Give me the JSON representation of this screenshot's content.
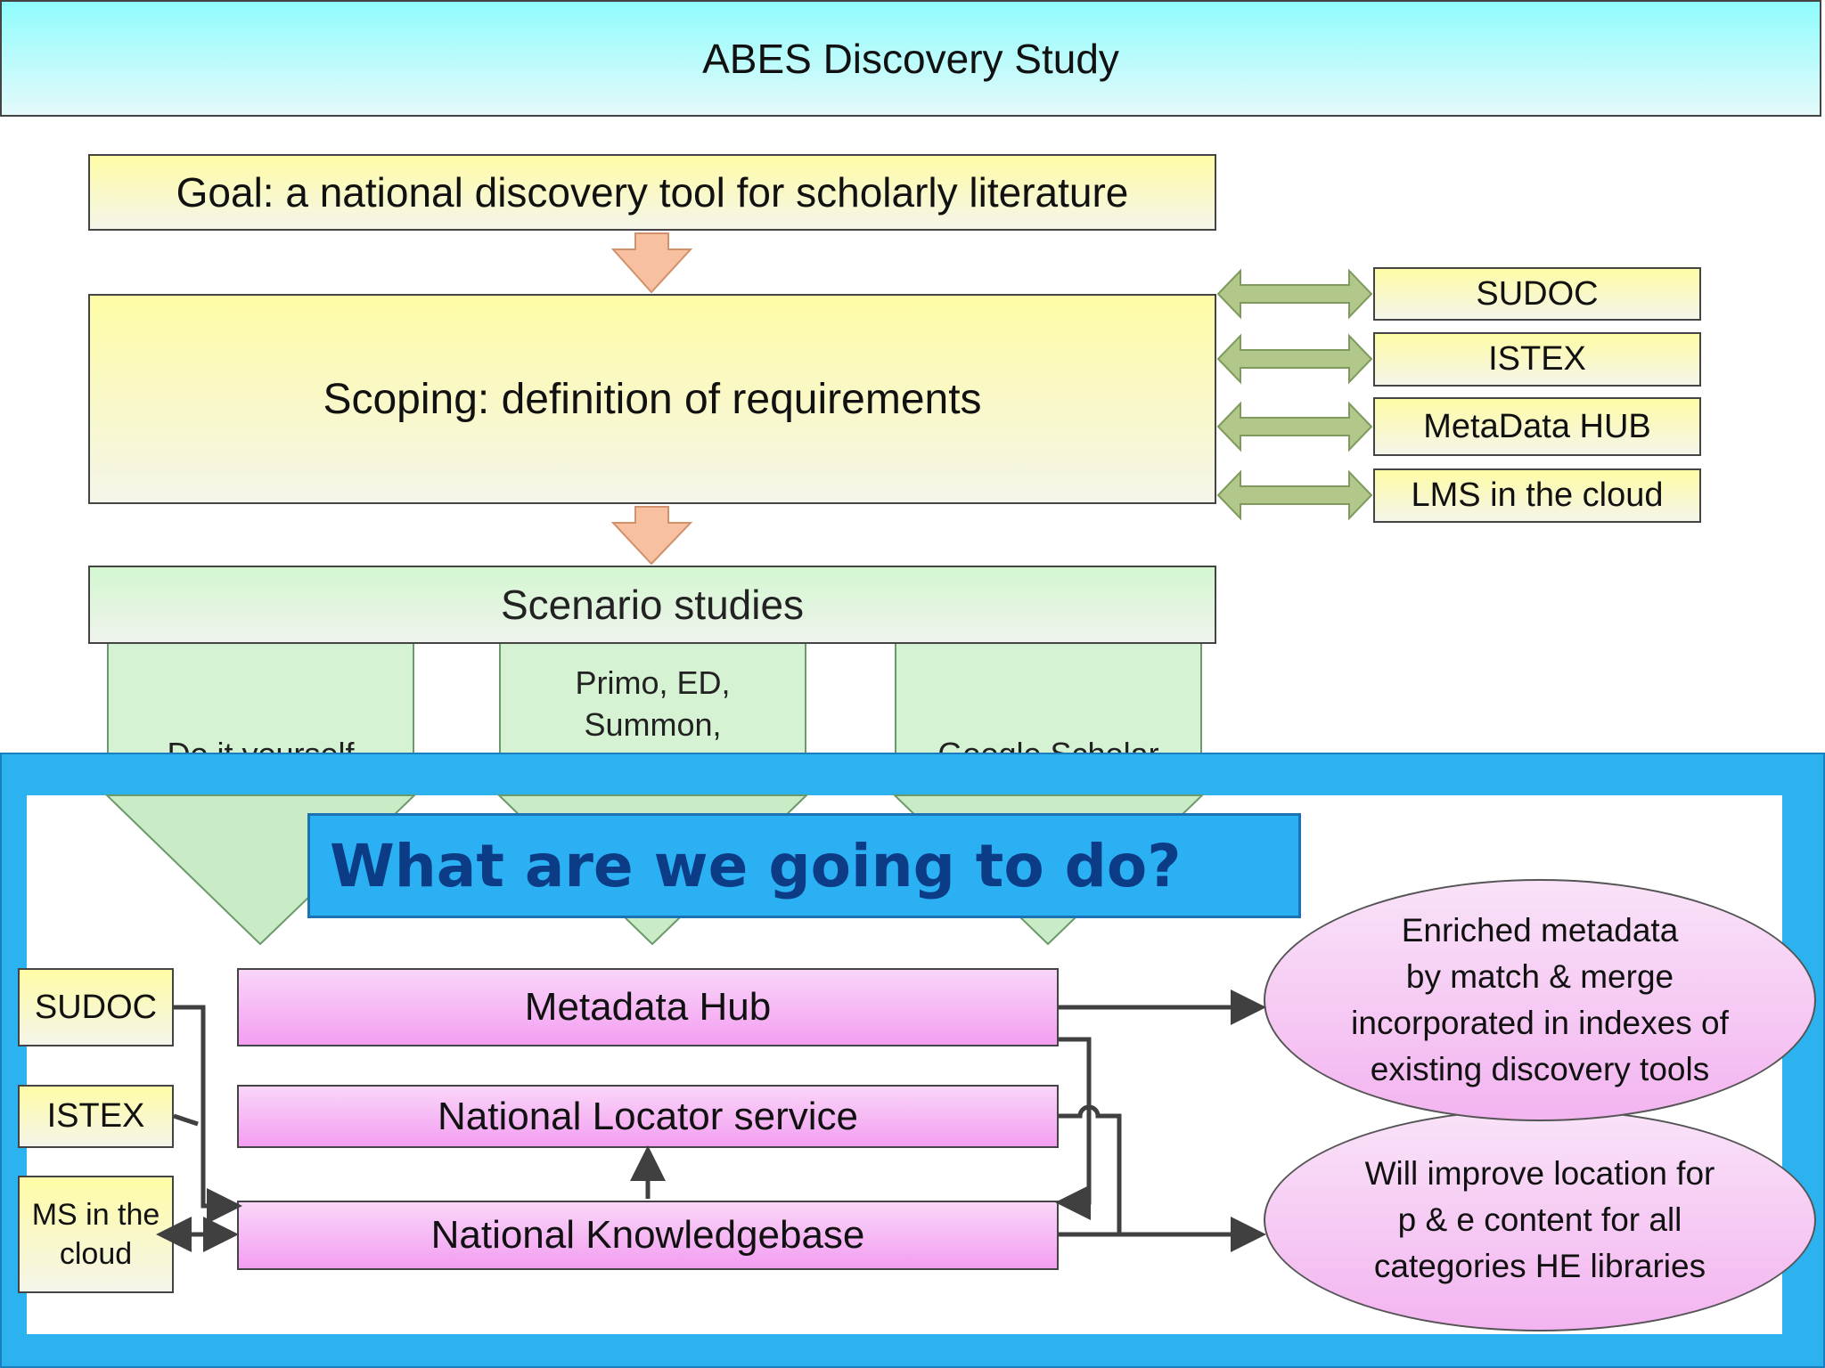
{
  "title": "ABES Discovery Study",
  "goal": "Goal: a national discovery tool for scholarly literature",
  "scoping": "Scoping: definition of requirements",
  "side_boxes": [
    "SUDOC",
    "ISTEX",
    "MetaData HUB",
    "LMS in the cloud"
  ],
  "scenario": {
    "title": "Scenario studies",
    "columns": [
      "Do it yourself",
      "Primo, ED, Summon, WorldCat Local",
      "Google Scholar"
    ]
  },
  "heading": "What are we going to do?",
  "components": {
    "hub": "Metadata Hub",
    "locator": "National Locator service",
    "kb": "National Knowledgebase"
  },
  "sources": {
    "sudoc": "SUDOC",
    "istex": "ISTEX",
    "lms_line1": "MS in the",
    "lms_line2": "cloud"
  },
  "outcomes": {
    "enriched": [
      "Enriched metadata",
      "by match & merge",
      "incorporated in indexes of",
      "existing discovery tools"
    ],
    "location": [
      "Will improve location for",
      "p & e content for all",
      "categories HE libraries"
    ]
  },
  "colors": {
    "titlebar": "#8ffcfd",
    "yellow": "#fefca5",
    "green": "#d5f2d3",
    "blue_frame": "#2cb3ef",
    "heading_text": "#0c3c86",
    "pink": "#f39ef1",
    "arrow_orange": "#f7c0a0",
    "arrow_green": "#b2c88a"
  }
}
